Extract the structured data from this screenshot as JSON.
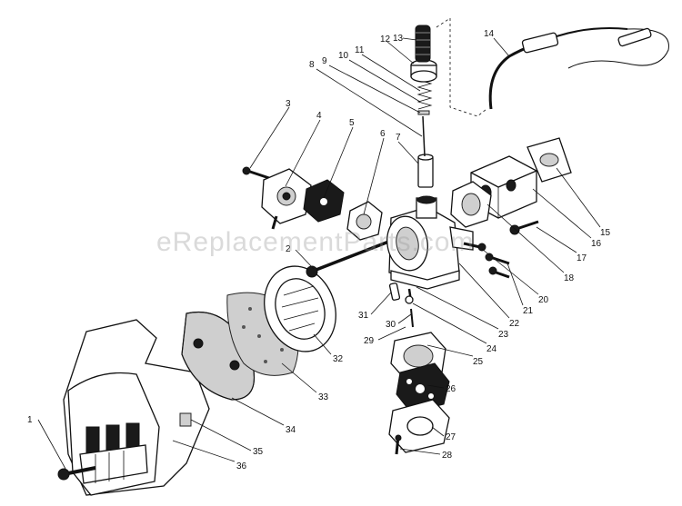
{
  "watermark": "eReplacementParts.com",
  "callouts": [
    {
      "id": "c1",
      "label": "1"
    },
    {
      "id": "c2",
      "label": "2"
    },
    {
      "id": "c3",
      "label": "3"
    },
    {
      "id": "c4",
      "label": "4"
    },
    {
      "id": "c5",
      "label": "5"
    },
    {
      "id": "c6",
      "label": "6"
    },
    {
      "id": "c7",
      "label": "7"
    },
    {
      "id": "c8",
      "label": "8"
    },
    {
      "id": "c9",
      "label": "9"
    },
    {
      "id": "c10",
      "label": "10"
    },
    {
      "id": "c11",
      "label": "11"
    },
    {
      "id": "c12",
      "label": "12"
    },
    {
      "id": "c13",
      "label": "13"
    },
    {
      "id": "c14",
      "label": "14"
    },
    {
      "id": "c15",
      "label": "15"
    },
    {
      "id": "c16",
      "label": "16"
    },
    {
      "id": "c17",
      "label": "17"
    },
    {
      "id": "c18",
      "label": "18"
    },
    {
      "id": "c20",
      "label": "20"
    },
    {
      "id": "c21",
      "label": "21"
    },
    {
      "id": "c22",
      "label": "22"
    },
    {
      "id": "c23",
      "label": "23"
    },
    {
      "id": "c24",
      "label": "24"
    },
    {
      "id": "c25",
      "label": "25"
    },
    {
      "id": "c26",
      "label": "26"
    },
    {
      "id": "c27",
      "label": "27"
    },
    {
      "id": "c28",
      "label": "28"
    },
    {
      "id": "c29",
      "label": "29"
    },
    {
      "id": "c30",
      "label": "30"
    },
    {
      "id": "c31",
      "label": "31"
    },
    {
      "id": "c32",
      "label": "32"
    },
    {
      "id": "c33",
      "label": "33"
    },
    {
      "id": "c34",
      "label": "34"
    },
    {
      "id": "c35",
      "label": "35"
    },
    {
      "id": "c36",
      "label": "36"
    }
  ]
}
